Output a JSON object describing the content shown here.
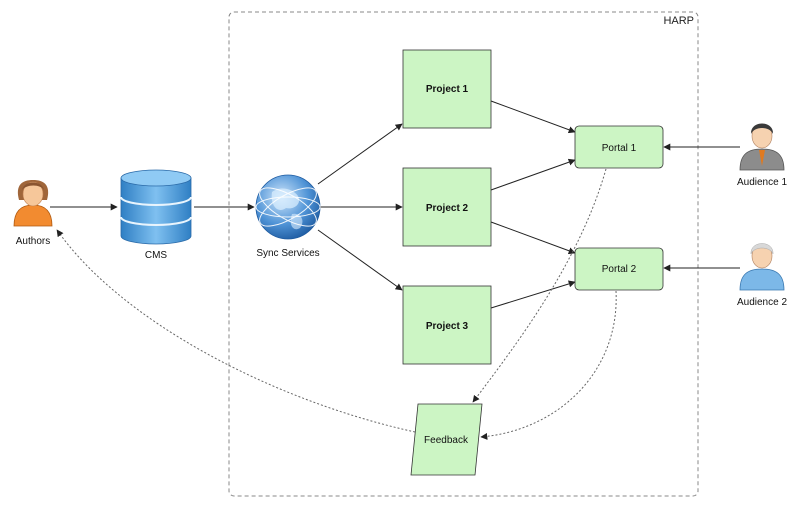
{
  "container": {
    "title": "HARP"
  },
  "actors": {
    "authors": "Authors",
    "audience1": "Audience 1",
    "audience2": "Audience 2"
  },
  "nodes": {
    "cms": "CMS",
    "sync": "Sync Services",
    "project1": "Project 1",
    "project2": "Project 2",
    "project3": "Project 3",
    "portal1": "Portal 1",
    "portal2": "Portal 2",
    "feedback": "Feedback"
  },
  "colors": {
    "box_fill": "#ccf5c4",
    "border": "#333333",
    "container_border": "#888888",
    "database": "#4a9ad8",
    "globe": "#4f93d6",
    "author_shirt": "#f28b30",
    "audience_shirt": "#7cb8e8"
  }
}
